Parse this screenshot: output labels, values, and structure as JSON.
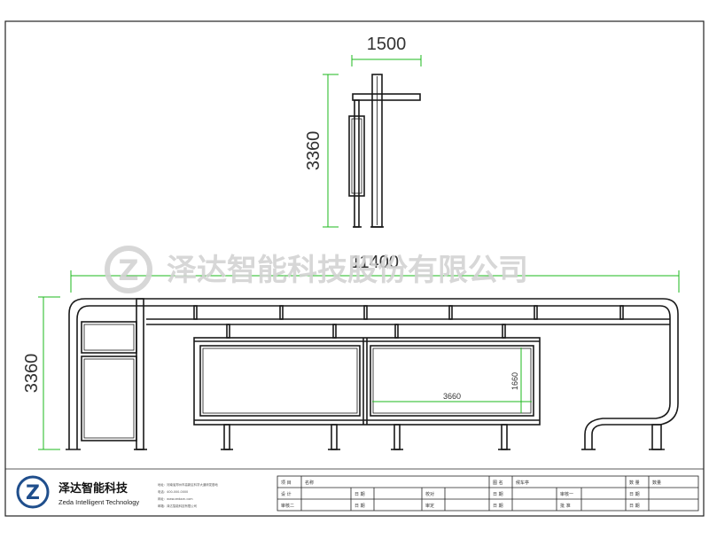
{
  "drawing": {
    "side_view": {
      "width_dim": "1500",
      "height_dim": "3360"
    },
    "front_view": {
      "length_dim": "11400",
      "height_dim": "3360",
      "panel_width_dim": "3660",
      "panel_height_dim": "1660"
    }
  },
  "watermark": {
    "text": "泽达智能科技股份有限公司",
    "logo_letter": "Z"
  },
  "title_block": {
    "company_cn": "泽达智能科技",
    "company_en": "Zeda Intelligent Technology",
    "logo_letter": "Z",
    "contact_lines": [
      "地址：河南省郑州市高新区科学大道研发基地",
      "电话：400-000-0000",
      "网址：www.zedazn.com",
      "邮箱：泽达智能科技有限公司"
    ],
    "row1": {
      "project": "项 目",
      "name": "名称",
      "drawing_name": "图 名",
      "drawing_value": "候车亭",
      "quantity": "数 量",
      "quantity_value": "数量"
    },
    "row2": {
      "design": "设 计",
      "date1": "日 期",
      "check": "校对",
      "date2": "日 期",
      "review": "审核一",
      "date3": "日 期"
    },
    "row3": {
      "review2": "审核二",
      "date1": "日 期",
      "approve": "审定",
      "date2": "日 期",
      "ratify": "批 准",
      "date3": "日 期"
    }
  }
}
